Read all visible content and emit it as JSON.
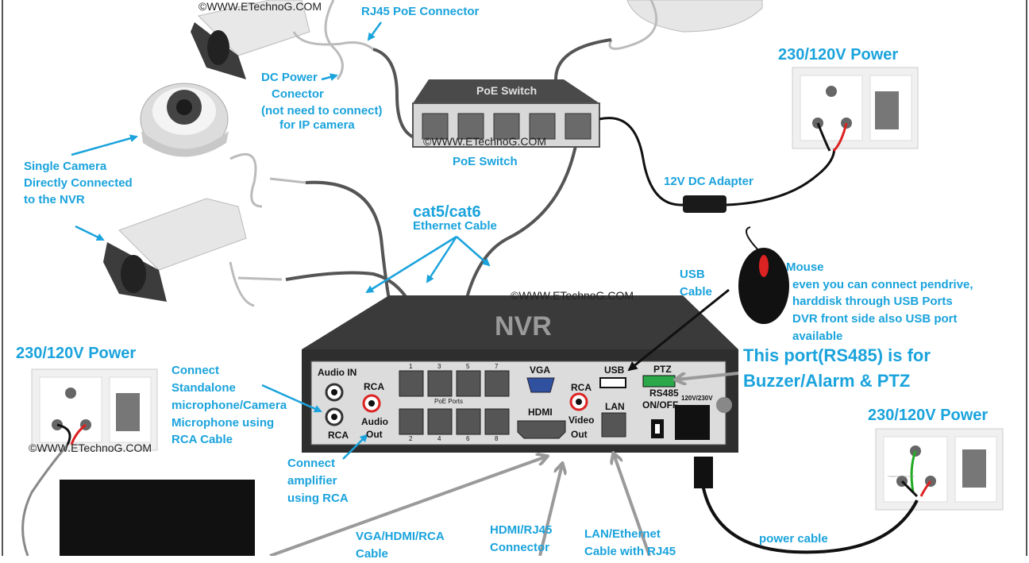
{
  "watermark": "©WWW.ETechnoG.COM",
  "labels": {
    "rj45_poe_connector": "RJ45 PoE Connector",
    "dc_power_1": "DC Power",
    "dc_power_2": "Conector",
    "dc_power_3": "(not need to connect)",
    "dc_power_4": "for IP camera",
    "poe_switch_top": "PoE Switch",
    "poe_switch_bottom": "PoE Switch",
    "single_cam_1": "Single Camera",
    "single_cam_2": "Directly Connected",
    "single_cam_3": "to the NVR",
    "power_top_right": "230/120V Power",
    "dc_adapter": "12V DC Adapter",
    "cat_big": "cat5/cat6",
    "cat_small": "Ethernet Cable",
    "usb_cable_1": "USB",
    "usb_cable_2": "Cable",
    "mouse_1": "Mouse",
    "mouse_2": "even you can connect pendrive,",
    "mouse_3": "harddisk through USB Ports",
    "mouse_4": "DVR front side also USB port",
    "mouse_5": "available",
    "nvr_title": "NVR",
    "power_left": "230/120V Power",
    "connect_mic_1": "Connect",
    "connect_mic_2": "Standalone",
    "connect_mic_3": "microphone/Camera",
    "connect_mic_4": "Microphone using",
    "connect_mic_5": "RCA Cable",
    "rs485_1": "This port(RS485) is for",
    "rs485_2": "Buzzer/Alarm & PTZ",
    "power_right": "230/120V Power",
    "connect_amp_1": "Connect",
    "connect_amp_2": "amplifier",
    "connect_amp_3": "using RCA",
    "vga_cable_1": "VGA/HDMI/RCA",
    "vga_cable_2": "Cable",
    "hdmi_conn_1": "HDMI/RJ45",
    "hdmi_conn_2": "Connector",
    "lan_cable_1": "LAN/Ethernet",
    "lan_cable_2": "Cable with RJ45",
    "power_cable": "power cable"
  },
  "nvr_panel": {
    "audio_in": "Audio IN",
    "rca_left": "RCA",
    "rca_audio": "RCA",
    "audio": "Audio",
    "out1": "Out",
    "poe_ports": "PoE Ports",
    "port_top": [
      "1",
      "3",
      "5",
      "7"
    ],
    "port_bottom": [
      "2",
      "4",
      "6",
      "8"
    ],
    "vga": "VGA",
    "hdmi": "HDMI",
    "rca_video": "RCA",
    "video": "Video",
    "out2": "Out",
    "usb": "USB",
    "lan": "LAN",
    "ptz": "PTZ",
    "rs485": "RS485",
    "on_off": "ON/OFF",
    "voltage": "120V/230V"
  },
  "colors": {
    "label_blue": "#1aa3dc",
    "nvr_body": "#3a3a3a",
    "panel_bg": "#d9d9d9",
    "arrow_gray": "#9a9a9a",
    "cable_dark": "#555555"
  }
}
